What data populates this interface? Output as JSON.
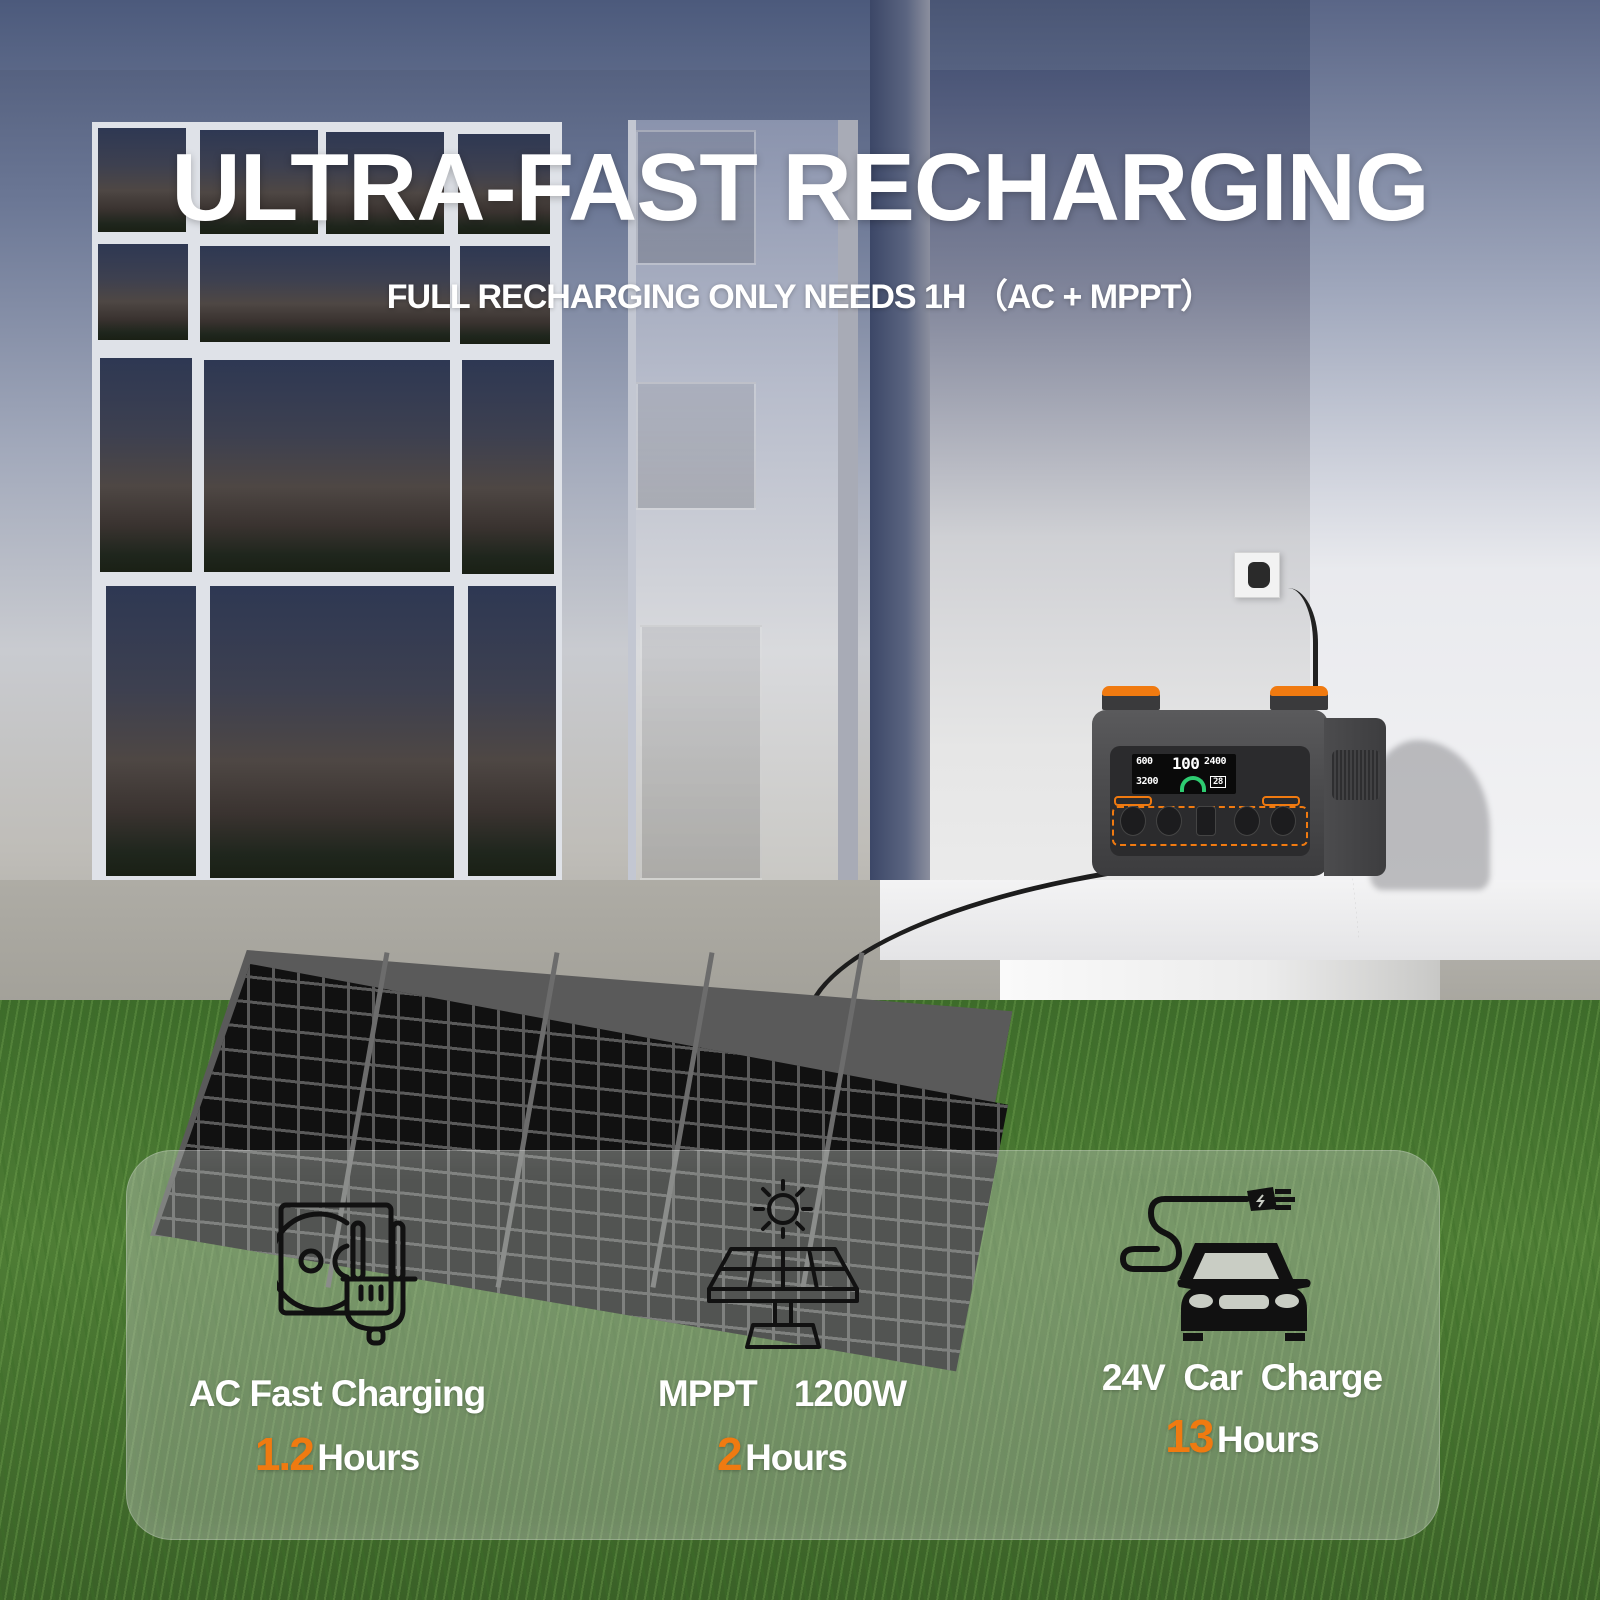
{
  "headline": {
    "title": "ULTRA-FAST RECHARGING",
    "subtitle": "FULL RECHARGING ONLY NEEDS 1H （AC + MPPT）"
  },
  "accent_color": "#f07a10",
  "text_color": "#ffffff",
  "power_station": {
    "display": {
      "input_watts": "600",
      "battery_percent": "100",
      "output_watts": "2400",
      "total_watts": "3200",
      "time_value": "28"
    },
    "handle_color": "#f07a10",
    "body_color": "#4a4a4c"
  },
  "features": [
    {
      "icon": "ac-outlet-plug-icon",
      "title": "AC Fast Charging",
      "time_value": "1.2",
      "time_unit": "Hours"
    },
    {
      "icon": "solar-panel-sun-icon",
      "title": "MPPT    1200W",
      "time_value": "2",
      "time_unit": "Hours"
    },
    {
      "icon": "car-charging-plug-icon",
      "title": "24V  Car  Charge",
      "time_value": "13",
      "time_unit": "Hours"
    }
  ]
}
